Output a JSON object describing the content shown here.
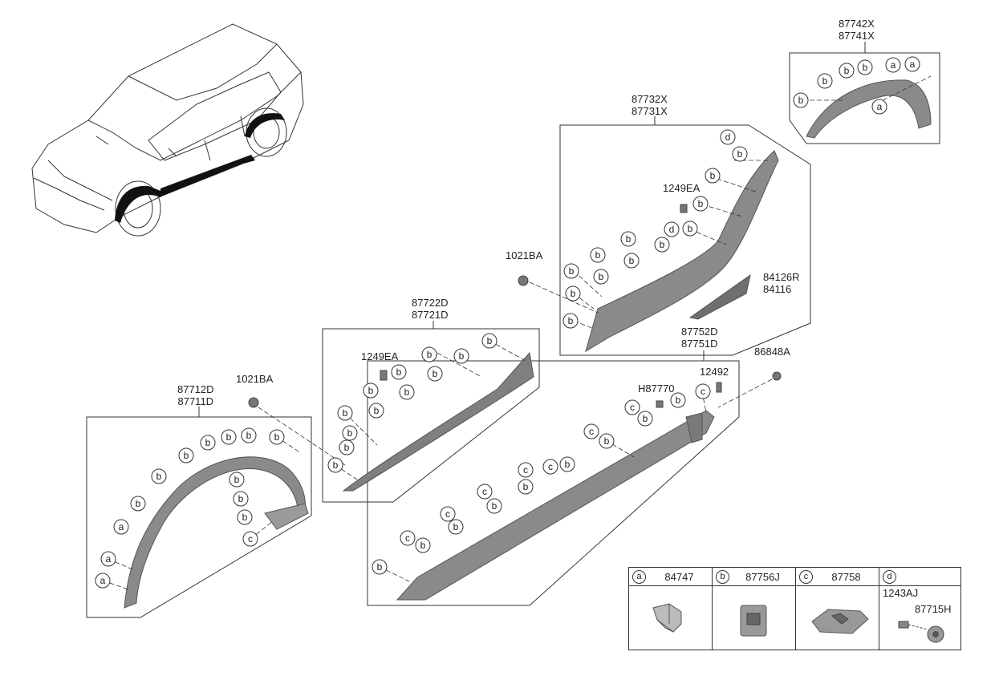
{
  "labels": {
    "p87742": [
      "87742X",
      "87741X"
    ],
    "p87732": [
      "87732X",
      "87731X"
    ],
    "p87722": [
      "87722D",
      "87721D"
    ],
    "p87712": [
      "87712D",
      "87711D"
    ],
    "p87752": [
      "87752D",
      "87751D"
    ],
    "p1249_top": "1249EA",
    "p1249_mid": "1249EA",
    "p1021_top": "1021BA",
    "p1021_left": "1021BA",
    "p84126": [
      "84126R",
      "84116"
    ],
    "p86848": "86848A",
    "p12492": "12492",
    "pH87770": "H87770"
  },
  "legend": [
    {
      "letter": "a",
      "code": "84747"
    },
    {
      "letter": "b",
      "code": "87756J"
    },
    {
      "letter": "c",
      "code": "87758"
    },
    {
      "letter": "d",
      "code": "",
      "sub": [
        "1243AJ",
        "87715H"
      ]
    }
  ],
  "callouts": {
    "a": "a",
    "b": "b",
    "c": "c",
    "d": "d"
  },
  "colors": {
    "line": "#333333",
    "part": "#7a7a7a",
    "partDark": "#555555"
  }
}
